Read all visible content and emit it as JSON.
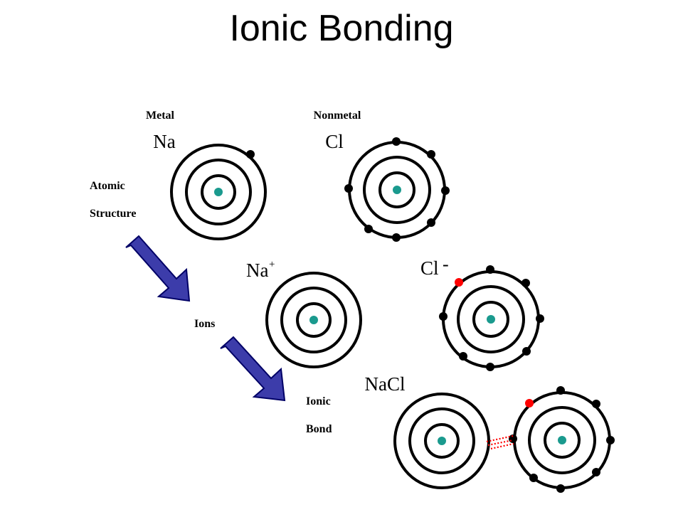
{
  "title": "Ionic Bonding",
  "labels": {
    "metal": "Metal",
    "nonmetal": "Nonmetal",
    "na": "Na",
    "cl": "Cl",
    "atomic": "Atomic",
    "structure": "Structure",
    "na_ion": "Na",
    "na_ion_charge": "+",
    "cl_ion": "Cl",
    "cl_ion_charge": "-",
    "ions": "Ions",
    "nacl": "NaCl",
    "ionic": "Ionic",
    "bond": "Bond"
  },
  "colors": {
    "nucleus": "#1a9a8e",
    "electron": "#000000",
    "transferred_electron": "#ff0000",
    "arrow_fill": "#3c3caa",
    "arrow_stroke": "#000066",
    "bond_dots": "#ff0000"
  }
}
